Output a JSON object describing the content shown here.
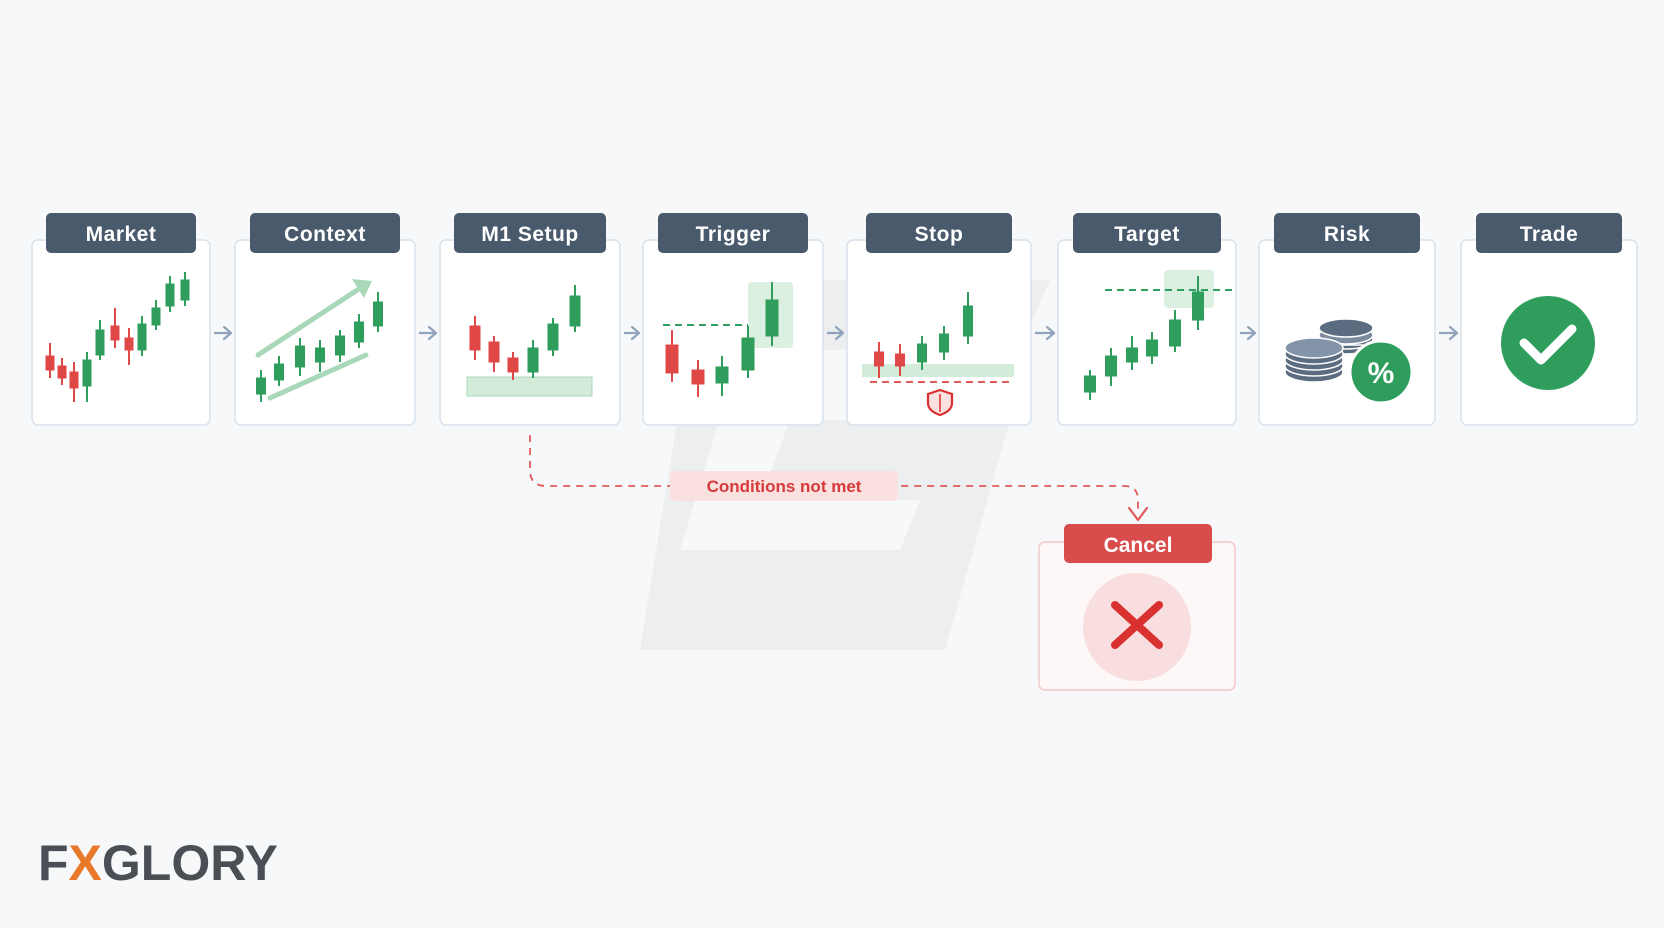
{
  "steps": [
    {
      "label": "Market",
      "icon": "candlestick-uptrend-icon"
    },
    {
      "label": "Context",
      "icon": "candlestick-trend-channel-icon"
    },
    {
      "label": "M1 Setup",
      "icon": "candlestick-support-zone-icon"
    },
    {
      "label": "Trigger",
      "icon": "candlestick-breakout-icon"
    },
    {
      "label": "Stop",
      "icon": "stop-loss-shield-icon"
    },
    {
      "label": "Target",
      "icon": "candlestick-target-level-icon"
    },
    {
      "label": "Risk",
      "icon": "coins-percent-icon"
    },
    {
      "label": "Trade",
      "icon": "check-circle-icon"
    }
  ],
  "branch": {
    "condition_label": "Conditions not met",
    "cancel_label": "Cancel",
    "cancel_icon": "x-cross-icon"
  },
  "logo": {
    "prefix": "F",
    "x": "X",
    "suffix": "GLORY"
  },
  "colors": {
    "bull": "#2f9e5c",
    "bear": "#e04848",
    "tab": "#4a5a6d",
    "arrow": "#8fa3bd",
    "cancel": "#d84c4c",
    "logo_accent": "#e8782a"
  }
}
